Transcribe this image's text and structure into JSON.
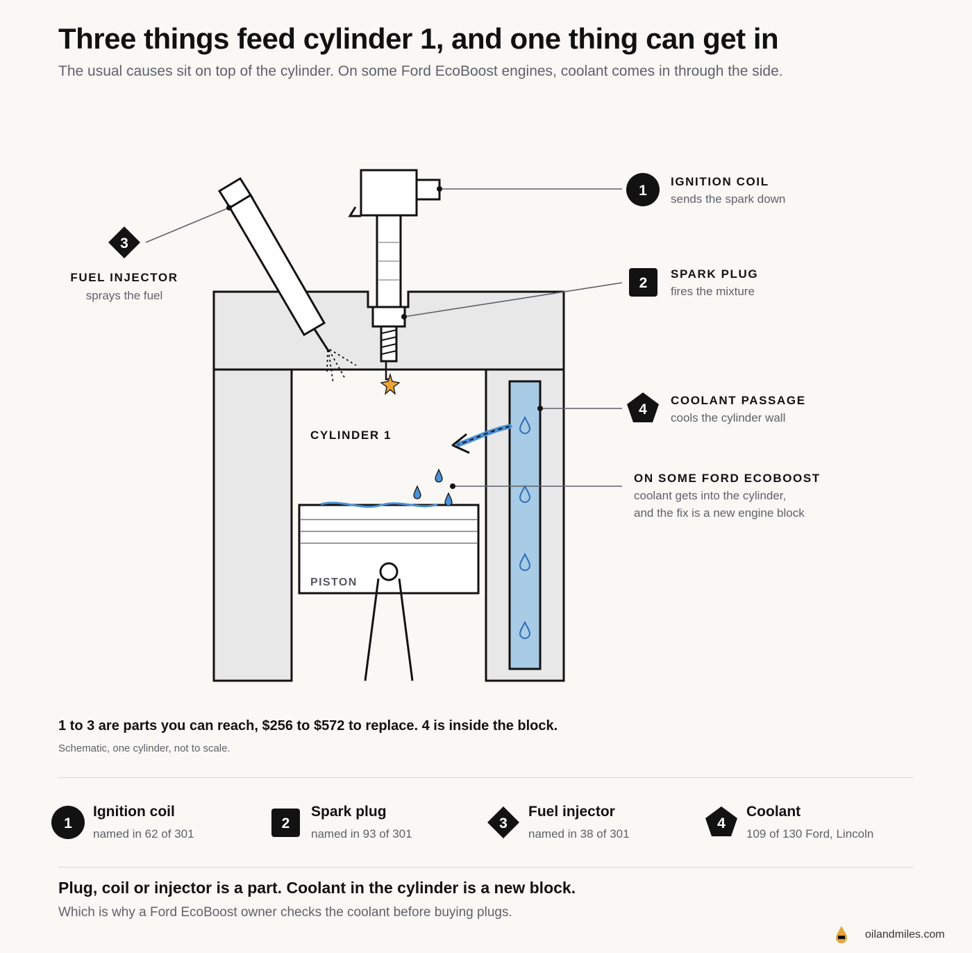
{
  "header": {
    "title": "Three things feed cylinder 1, and one thing can get in",
    "subtitle": "The usual causes sit on top of the cylinder. On some Ford EcoBoost engines, coolant comes in through the side."
  },
  "diagram": {
    "cylinder_label": "CYLINDER 1",
    "piston_label": "PISTON",
    "callouts": {
      "coil": {
        "num": "1",
        "title": "IGNITION COIL",
        "sub": "sends the spark down"
      },
      "plug": {
        "num": "2",
        "title": "SPARK PLUG",
        "sub": "fires the mixture"
      },
      "injector": {
        "num": "3",
        "title": "FUEL INJECTOR",
        "sub": "sprays the fuel"
      },
      "coolant": {
        "num": "4",
        "title": "COOLANT PASSAGE",
        "sub": "cools the cylinder wall"
      },
      "ecoboost": {
        "title": "ON SOME FORD ECOBOOST",
        "line1": "coolant gets into the cylinder,",
        "line2": "and the fix is a new engine block"
      }
    },
    "colors": {
      "ink": "#121212",
      "metal": "#e8e8e8",
      "coolant_fill": "#a8cbe6",
      "coolant_blue": "#4a90d6",
      "spark": "#e8a33a",
      "muted": "#5f6168"
    }
  },
  "caption": {
    "main": "1 to 3 are parts you can reach, $256 to $572 to replace. 4 is inside the block.",
    "sub": "Schematic, one cylinder, not to scale."
  },
  "legend": [
    {
      "num": "1",
      "shape": "circle",
      "title": "Ignition coil",
      "sub": "named in 62 of 301"
    },
    {
      "num": "2",
      "shape": "square",
      "title": "Spark plug",
      "sub": "named in 93 of 301"
    },
    {
      "num": "3",
      "shape": "diamond",
      "title": "Fuel injector",
      "sub": "named in 38 of 301"
    },
    {
      "num": "4",
      "shape": "pentagon",
      "title": "Coolant",
      "sub": "109 of 130 Ford, Lincoln"
    }
  ],
  "bottom": {
    "title": "Plug, coil or injector is a part. Coolant in the cylinder is a new block.",
    "sub": "Which is why a Ford EcoBoost owner checks the coolant before buying plugs."
  },
  "brand": {
    "name": "oilandmiles.com",
    "logo_icon": "oil-drop-icon"
  }
}
